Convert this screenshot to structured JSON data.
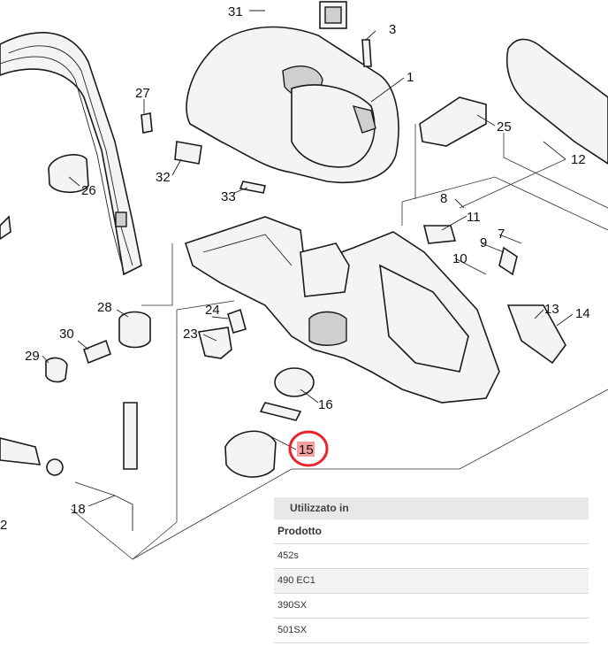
{
  "diagram": {
    "callouts": [
      "31",
      "3",
      "1",
      "27",
      "25",
      "12",
      "32",
      "33",
      "26",
      "8",
      "11",
      "9",
      "7",
      "10",
      "13",
      "14",
      "28",
      "24",
      "23",
      "30",
      "29",
      "16",
      "15",
      "18",
      "2"
    ],
    "highlighted_callout": "15",
    "highlight_color": "#e8232a"
  },
  "usage_table": {
    "header": "Utilizzato in",
    "column": "Prodotto",
    "rows": [
      "452s",
      "490 EC1",
      "390SX",
      "501SX"
    ]
  }
}
